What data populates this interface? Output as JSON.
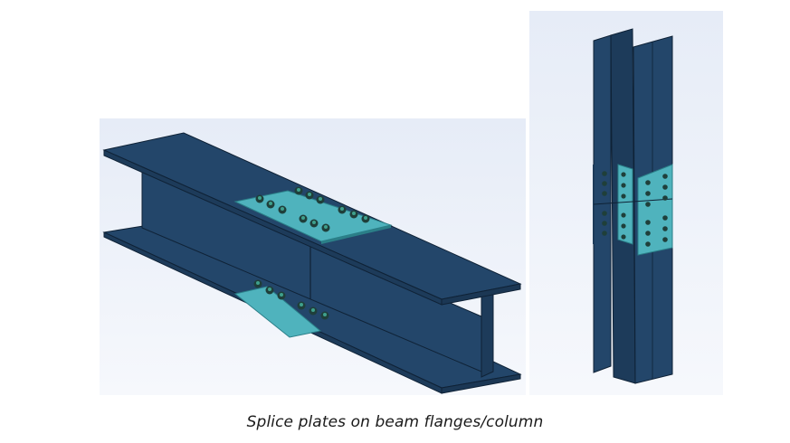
{
  "caption": "Splice plates on beam flanges/column",
  "colors": {
    "steel": "#23466a",
    "steel_dark": "#1d3b5a",
    "steel_edge": "#0f2236",
    "plate": "#4fb3bd",
    "plate_edge": "#2b7f88",
    "bolt": "#1f3f3a",
    "bolt_highlight": "#3fa08c",
    "background_top": "#e6ecf7",
    "background_bottom": "#f6f8fc"
  },
  "views": [
    {
      "name": "beam-view",
      "subject": "I-beam with top and bottom flange splice plates"
    },
    {
      "name": "column-view",
      "subject": "H-column with flange splice plates"
    }
  ]
}
